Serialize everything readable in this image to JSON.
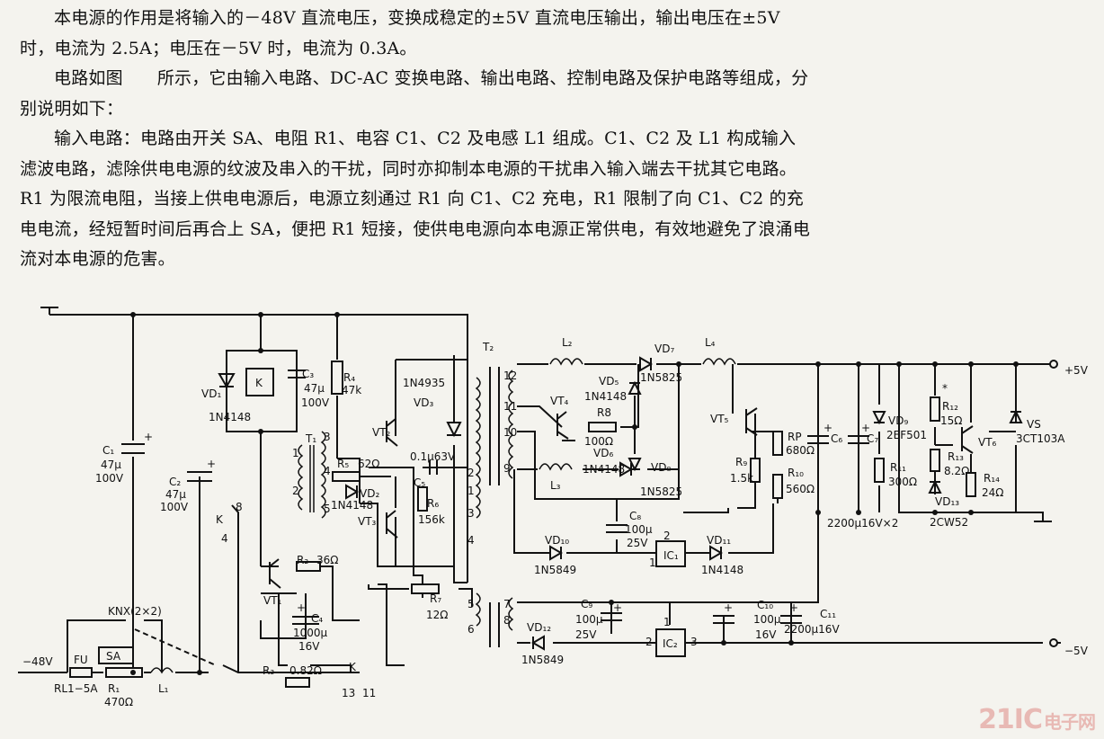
{
  "text": {
    "p1": "本电源的作用是将输入的－48V 直流电压，变换成稳定的±5V 直流电压输出，输出电压在±5V 时，电流为 2.5A；电压在－5V 时，电流为 0.3A。",
    "p2a": "电路如图",
    "p2b": "所示，它由输入电路、DC-AC 变换电路、输出电路、控制电路及保护电路等组成，分别说明如下：",
    "p3": "输入电路：电路由开关 SA、电阻 R1、电容 C1、C2 及电感 L1 组成。C1、C2 及 L1 构成输入滤波电路，滤除供电电源的纹波及串入的干扰，同时亦抑制本电源的干扰串入输入端去干扰其它电路。R1 为限流电阻，当接上供电电源后，电源立刻通过 R1 向 C1、C2 充电，R1 限制了向 C1、C2 的充电电流，经短暂时间后再合上 SA，便把 R1 短接，使供电电源向本电源正常供电，有效地避免了浪涌电流对本电源的危害。"
  },
  "labels": {
    "t2": "T₂",
    "t1": "T₁",
    "c1": "C₁",
    "c1v": "47μ",
    "c1u": "100V",
    "c2": "C₂",
    "c2v": "47μ",
    "c2u": "100V",
    "c3": "C₃",
    "c3v": "47μ",
    "c3u": "100V",
    "vd1": "VD₁",
    "vd1t": "1N4148",
    "krelay": "K",
    "k1": "K",
    "k8": "8",
    "k4": "4",
    "r4": "R₄",
    "r4v": "47k",
    "vd3t": "1N4935",
    "vd3": "VD₃",
    "vt2": "VT₂",
    "vt3": "VT₃",
    "vt1": "VT₁",
    "vt4": "VT₄",
    "vt5": "VT₅",
    "vt6": "VT₆",
    "r5": "R₅",
    "r5v": "62Ω",
    "vd2t": "1N4148",
    "vd2": "VD₂",
    "c5v": "0.1μ63V",
    "c5": "C₅",
    "r6": "R₆",
    "r6v": "156k",
    "r2": "R₂",
    "r2v": "36Ω",
    "c4": "C₄",
    "c4v": "1000μ",
    "c4u": "16V",
    "r3": "R₃",
    "r3v": "0.82Ω",
    "r7": "R₇",
    "r7v": "12Ω",
    "knx": "KNX(2×2)",
    "sa": "SA",
    "vin": "−48V",
    "fu": "FU",
    "rl": "RL1−5A",
    "r1": "R₁",
    "r1v": "470Ω",
    "l1": "L₁",
    "k13": "13",
    "k11": "11",
    "kk": "K",
    "l2": "L₂",
    "l3": "L₃",
    "l4": "L₄",
    "vd7": "VD₇",
    "vd7t": "1N5825",
    "vd5": "VD₅",
    "vd5t": "1N4148",
    "r8": "R8",
    "r8v": "100Ω",
    "vd6": "VD₆",
    "vd6t": "1N4148",
    "vd8": "VD₈",
    "vd8t": "1N5825",
    "c8": "C₈",
    "c8v": "100μ",
    "c8u": "25V",
    "vd10": "VD₁₀",
    "vd10t": "1N5849",
    "ic1": "IC₁",
    "vd11": "VD₁₁",
    "vd11t": "1N4148",
    "ic_pin2": "2",
    "ic_pin1": "1",
    "ic_pin3": "3",
    "rp": "RP",
    "rpv": "680Ω",
    "r9": "R₉",
    "r9v": "1.5k",
    "r10": "R₁₀",
    "r10v": "560Ω",
    "c6": "C₆",
    "c7": "C₇",
    "c67": "2200μ16V×2",
    "vd9": "VD₉",
    "vd9t": "2EF501",
    "r11": "R₁₁",
    "r11v": "300Ω",
    "r12": "R₁₂",
    "r12v": "15Ω",
    "r12s": "*",
    "r13": "R₁₃",
    "r13v": "8.2Ω",
    "vd13": "VD₁₃",
    "vd13t": "2CW52",
    "r14": "R₁₄",
    "r14v": "24Ω",
    "vs": "VS",
    "vst": "3CT103A",
    "out_p": "+5V",
    "out_n": "−5V",
    "c9": "C₉",
    "c9v": "100μ",
    "c9u": "25V",
    "vd12": "VD₁₂",
    "vd12t": "1N5849",
    "ic2": "IC₂",
    "c10": "C₁₀",
    "c10v": "100μ",
    "c10u": "16V",
    "c11": "C₁₁",
    "c11v": "2200μ16V",
    "n1": "1",
    "n2": "2",
    "n3": "3",
    "n4": "4",
    "n5": "5",
    "n6": "6",
    "n7": "7",
    "n8": "8",
    "n9": "9",
    "n10": "10",
    "n11": "11",
    "n12": "12",
    "t1n1": "1",
    "t1n2": "2",
    "t1n3": "3",
    "t1n4": "4",
    "t1n5": "5"
  },
  "watermark": {
    "main": "21IC",
    "sub": "电子网"
  }
}
